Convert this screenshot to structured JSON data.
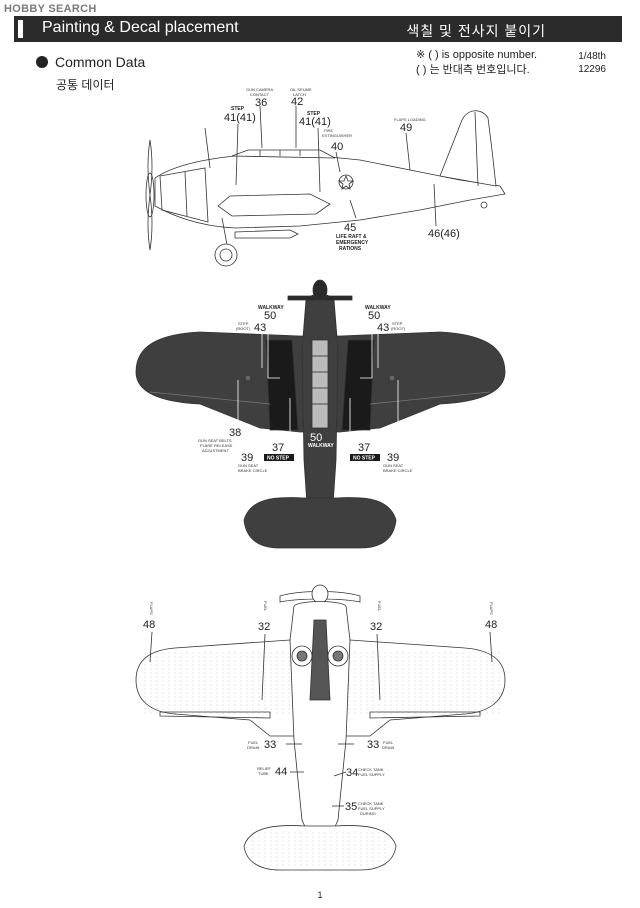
{
  "watermark": "HOBBY SEARCH",
  "header": {
    "title": "Painting & Decal placement",
    "title_ko": "색칠 및 전사지 붙이기"
  },
  "section": {
    "title": "Common Data",
    "title_ko": "공통 데이터"
  },
  "note": {
    "en": "※ ( ) is opposite number.",
    "ko": "( ) 는 반대측 번호입니다."
  },
  "scale": "1/48th",
  "kit_number": "12296",
  "side_view": {
    "step_label": "STEP",
    "labels": {
      "n36": "36",
      "n42": "42",
      "n41a": "41(41)",
      "n41b": "41(41)",
      "n40": "40",
      "n49": "49",
      "n45": "45",
      "n46": "46(46)"
    },
    "life_raft": [
      "LIFE RAFT &",
      "EMERGENCY",
      "RATIONS"
    ]
  },
  "top_view": {
    "walkway": "WALKWAY",
    "no_step": "NO STEP",
    "labels": {
      "n50a": "50",
      "n50b": "50",
      "n50c": "50",
      "n43a": "43",
      "n43b": "43",
      "n38": "38",
      "n37a": "37",
      "n37b": "37",
      "n39a": "39",
      "n39b": "39"
    }
  },
  "bottom_view": {
    "labels": {
      "n48a": "48",
      "n48b": "48",
      "n32a": "32",
      "n32b": "32",
      "n33a": "33",
      "n33b": "33",
      "n44": "44",
      "n34": "34",
      "n35": "35"
    }
  },
  "page_number": "1"
}
